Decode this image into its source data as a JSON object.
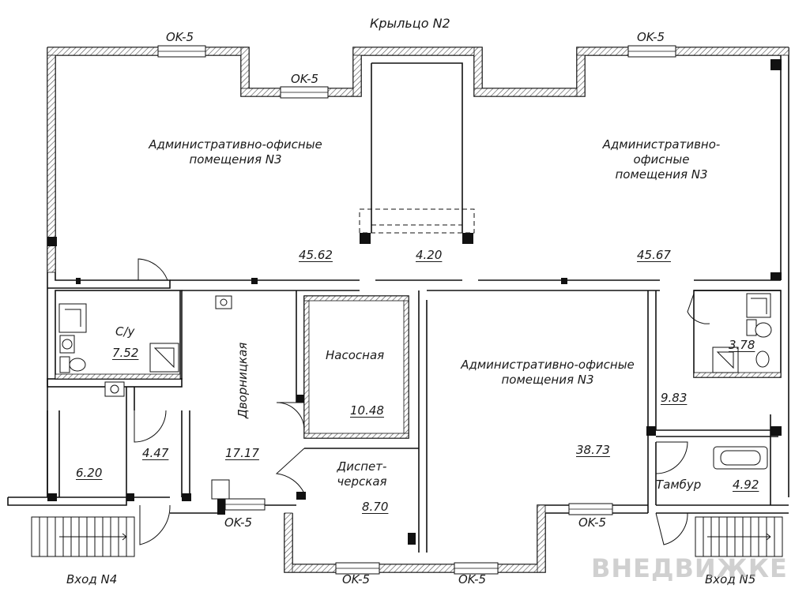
{
  "porch_top": "Крыльцо N2",
  "windows": {
    "top_left": "OK-5",
    "top_center": "OK-5",
    "top_right": "OK-5",
    "bottom_left": "OK-5",
    "bottom_mid1": "OK-5",
    "bottom_mid2": "OK-5",
    "bottom_right": "OK-5"
  },
  "rooms": {
    "office_left": {
      "name": "Административно-офисные\nпомещения N3",
      "area": "45.62"
    },
    "corridor": {
      "area": "4.20"
    },
    "office_right": {
      "name": "Административно-офисные\nпомещения N3",
      "area": "45.67"
    },
    "wc": {
      "name": "С/у",
      "area": "7.52"
    },
    "janitor": {
      "name": "Дворницкая",
      "area": "17.17"
    },
    "pump": {
      "name": "Насосная",
      "area": "10.48"
    },
    "office_center": {
      "name": "Административно-офисные\nпомещения N3",
      "area": "38.73"
    },
    "small_wc": {
      "area": "3.78"
    },
    "hall_right": {
      "area": "9.83"
    },
    "room_bl": {
      "area": "6.20"
    },
    "hall_left": {
      "area": "4.47"
    },
    "dispatch": {
      "name": "Диспет-\nчерская",
      "area": "8.70"
    },
    "vestibule": {
      "name": "Тамбур",
      "area": "4.92"
    }
  },
  "entrances": {
    "left": "Вход N4",
    "right": "Вход N5"
  },
  "watermark": "ВНЕДВИЖКЕ"
}
